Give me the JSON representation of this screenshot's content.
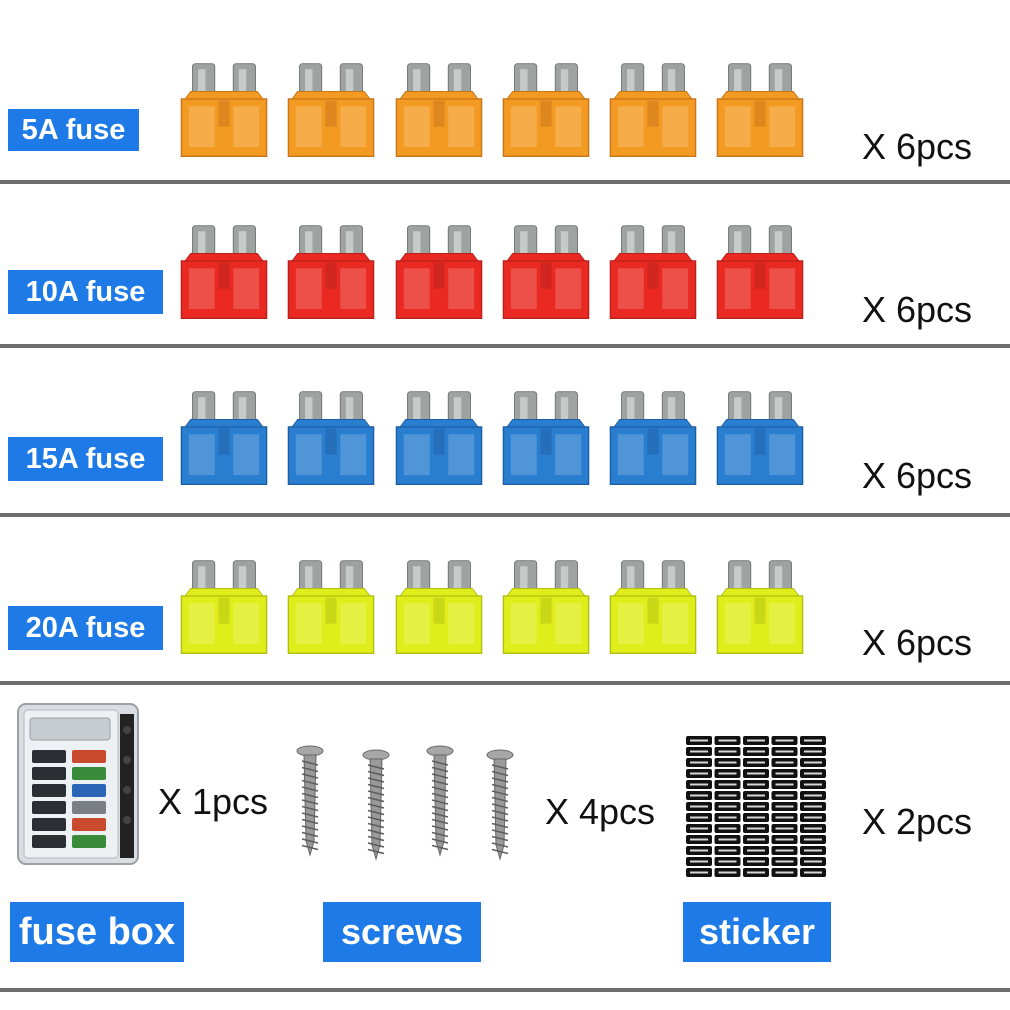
{
  "fuse_rows": [
    {
      "label": "5A fuse",
      "qty": "X 6pcs",
      "count": 6,
      "color": "#f39a22",
      "dark": "#c8741a"
    },
    {
      "label": "10A fuse",
      "qty": "X 6pcs",
      "count": 6,
      "color": "#ea2a22",
      "dark": "#b8201b"
    },
    {
      "label": "15A fuse",
      "qty": "X 6pcs",
      "count": 6,
      "color": "#2a7ed0",
      "dark": "#1d5ea3"
    },
    {
      "label": "20A fuse",
      "qty": "X 6pcs",
      "count": 6,
      "color": "#dfee1a",
      "dark": "#b1bf12"
    }
  ],
  "accessories": {
    "fuse_box": {
      "label": "fuse box",
      "qty": "X 1pcs"
    },
    "screws": {
      "label": "screws",
      "qty": "X 4pcs",
      "count": 4
    },
    "sticker": {
      "label": "sticker",
      "qty": "X 2pcs"
    }
  },
  "colors": {
    "label_bg": "#1d7ae6",
    "divider": "#6d6d6d"
  }
}
